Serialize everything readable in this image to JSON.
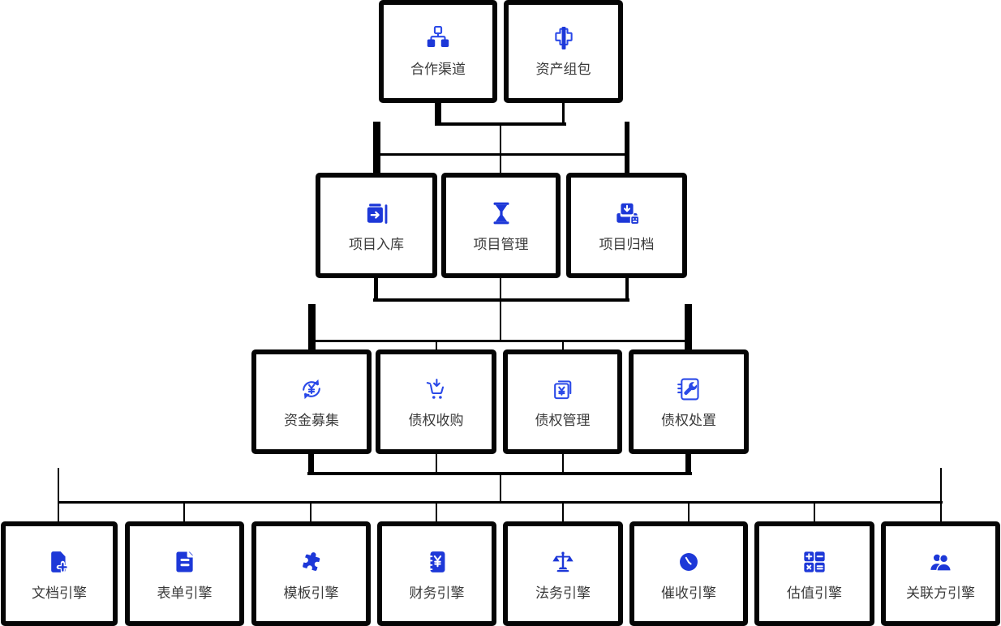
{
  "colors": {
    "icon_stroke": "#2a49e8",
    "icon_fill": "#1d38d8",
    "label_color": "#3a3a3a",
    "node_border": "#050505",
    "line_color": "#000000",
    "bg": "#ffffff"
  },
  "rows": [
    {
      "nodes": [
        {
          "label": "合作渠道",
          "icon": "sitemap-icon"
        },
        {
          "label": "资产组包",
          "icon": "asset-package-icon"
        }
      ]
    },
    {
      "nodes": [
        {
          "label": "项目入库",
          "icon": "project-intake-icon"
        },
        {
          "label": "项目管理",
          "icon": "hourglass-icon"
        },
        {
          "label": "项目归档",
          "icon": "archive-tray-icon"
        }
      ]
    },
    {
      "nodes": [
        {
          "label": "资金募集",
          "icon": "fund-refresh-yuan-icon"
        },
        {
          "label": "债权收购",
          "icon": "cart-down-icon"
        },
        {
          "label": "债权管理",
          "icon": "card-yuan-icon"
        },
        {
          "label": "债权处置",
          "icon": "doc-wrench-icon"
        }
      ]
    },
    {
      "nodes": [
        {
          "label": "文档引擎",
          "icon": "doc-plus-icon"
        },
        {
          "label": "表单引擎",
          "icon": "form-lines-icon"
        },
        {
          "label": "模板引擎",
          "icon": "puzzle-icon"
        },
        {
          "label": "财务引擎",
          "icon": "finance-book-yuan-icon"
        },
        {
          "label": "法务引擎",
          "icon": "scales-icon"
        },
        {
          "label": "催收引擎",
          "icon": "clock-icon"
        },
        {
          "label": "估值引擎",
          "icon": "calculator-icon"
        },
        {
          "label": "关联方引擎",
          "icon": "users-icon"
        }
      ]
    }
  ]
}
